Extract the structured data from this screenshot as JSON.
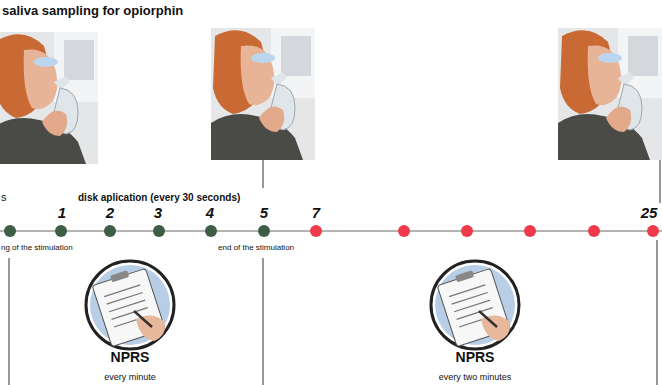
{
  "diagram": {
    "title": "saliva sampling for opiorphin",
    "labels": [
      "disk aplication (every 30 seconds)",
      "s",
      "1",
      "2",
      "3",
      "4",
      "5",
      "7",
      "25",
      "ng of the stimulation",
      "end of the stimulation",
      "NPRS",
      "every minute",
      "NPRS",
      "every two minutes"
    ]
  }
}
